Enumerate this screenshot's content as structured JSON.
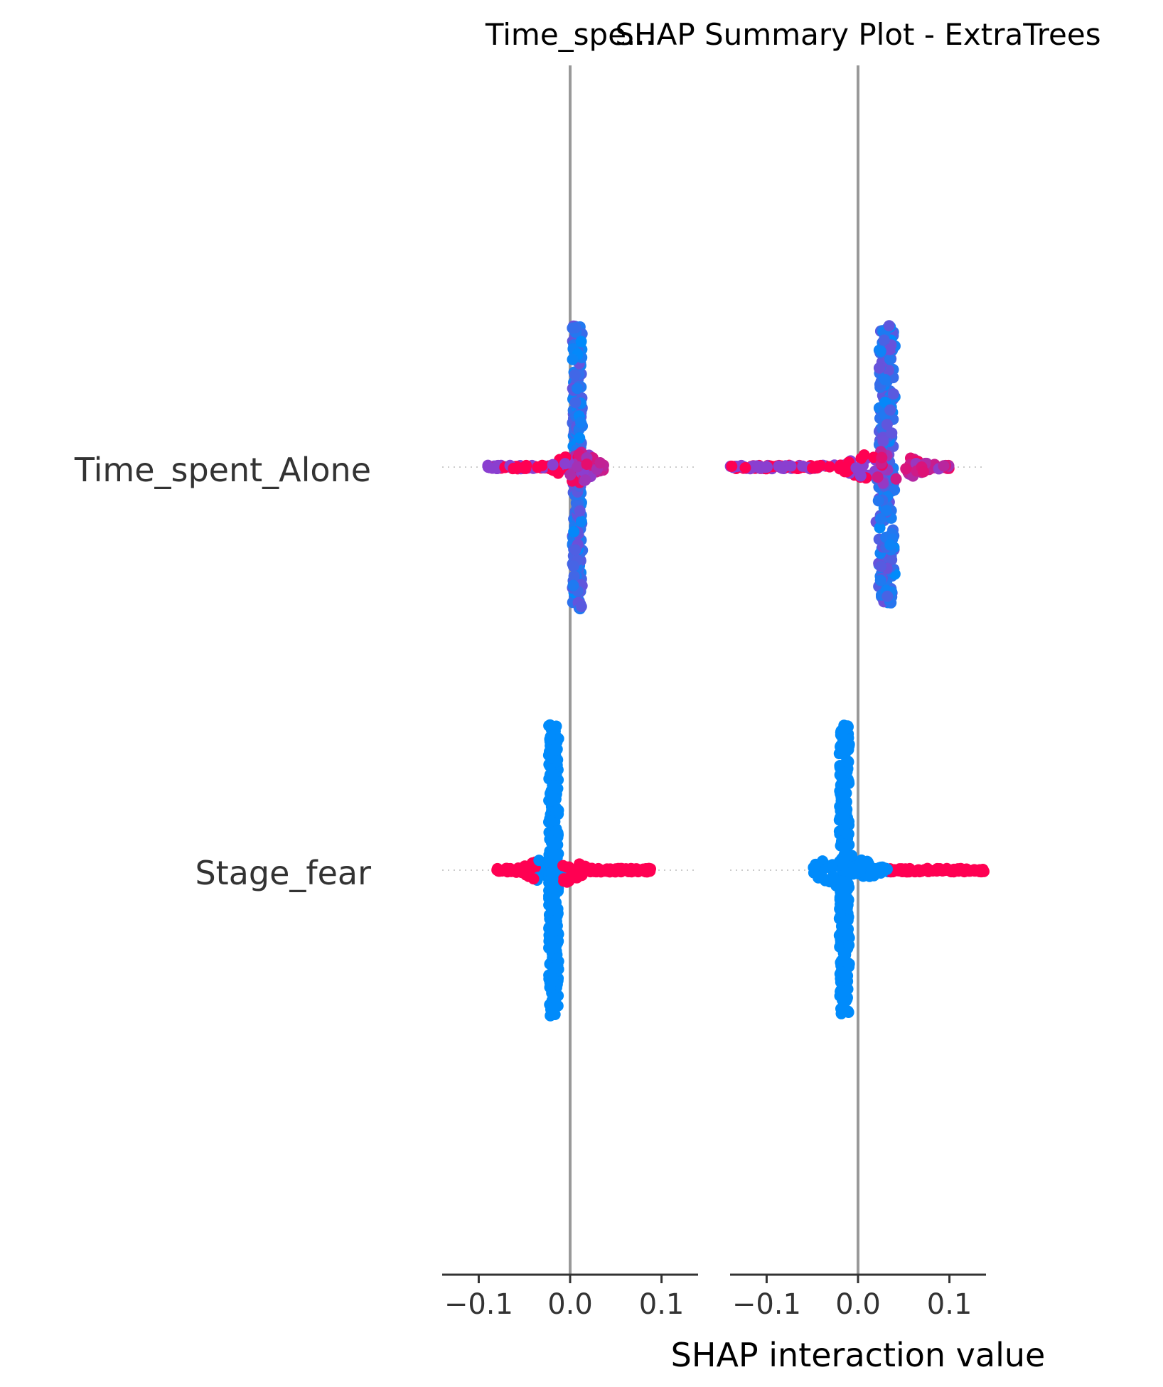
{
  "chart_data": {
    "type": "scatter",
    "title_overlap": "Time_spe...",
    "title": "SHAP Summary Plot - ExtraTrees",
    "xlabel": "SHAP interaction value",
    "features": [
      "Time_spent_Alone",
      "Stage_fear"
    ],
    "panels": [
      {
        "name": "Time_spe...",
        "xlim": [
          -0.14,
          0.14
        ],
        "xticks": [
          -0.1,
          0.0,
          0.1
        ],
        "xtick_labels": [
          "−0.1",
          "0.0",
          "0.1"
        ],
        "groups": [
          {
            "feature": "Time_spent_Alone",
            "x_center": 0.008,
            "x_min": -0.09,
            "x_max": 0.04,
            "color": "mixed"
          },
          {
            "feature": "Stage_fear",
            "x_center": -0.018,
            "x_min": -0.08,
            "x_max": 0.09,
            "color": "mixed"
          }
        ]
      },
      {
        "name": "SHAP Summary Plot - ExtraTrees",
        "xlim": [
          -0.14,
          0.14
        ],
        "xticks": [
          -0.1,
          0.0,
          0.1
        ],
        "xtick_labels": [
          "−0.1",
          "0.0",
          "0.1"
        ],
        "groups": [
          {
            "feature": "Time_spent_Alone",
            "x_center": 0.03,
            "x_min": -0.14,
            "x_max": 0.1,
            "color": "mixed"
          },
          {
            "feature": "Stage_fear",
            "x_center": -0.015,
            "x_min": -0.05,
            "x_max": 0.14,
            "color": "mixed"
          }
        ]
      }
    ],
    "colors": {
      "low": "#008bfb",
      "high": "#ff0052",
      "mid": "#8a3fd0",
      "zero_line": "#999999",
      "axis": "#333333"
    }
  }
}
